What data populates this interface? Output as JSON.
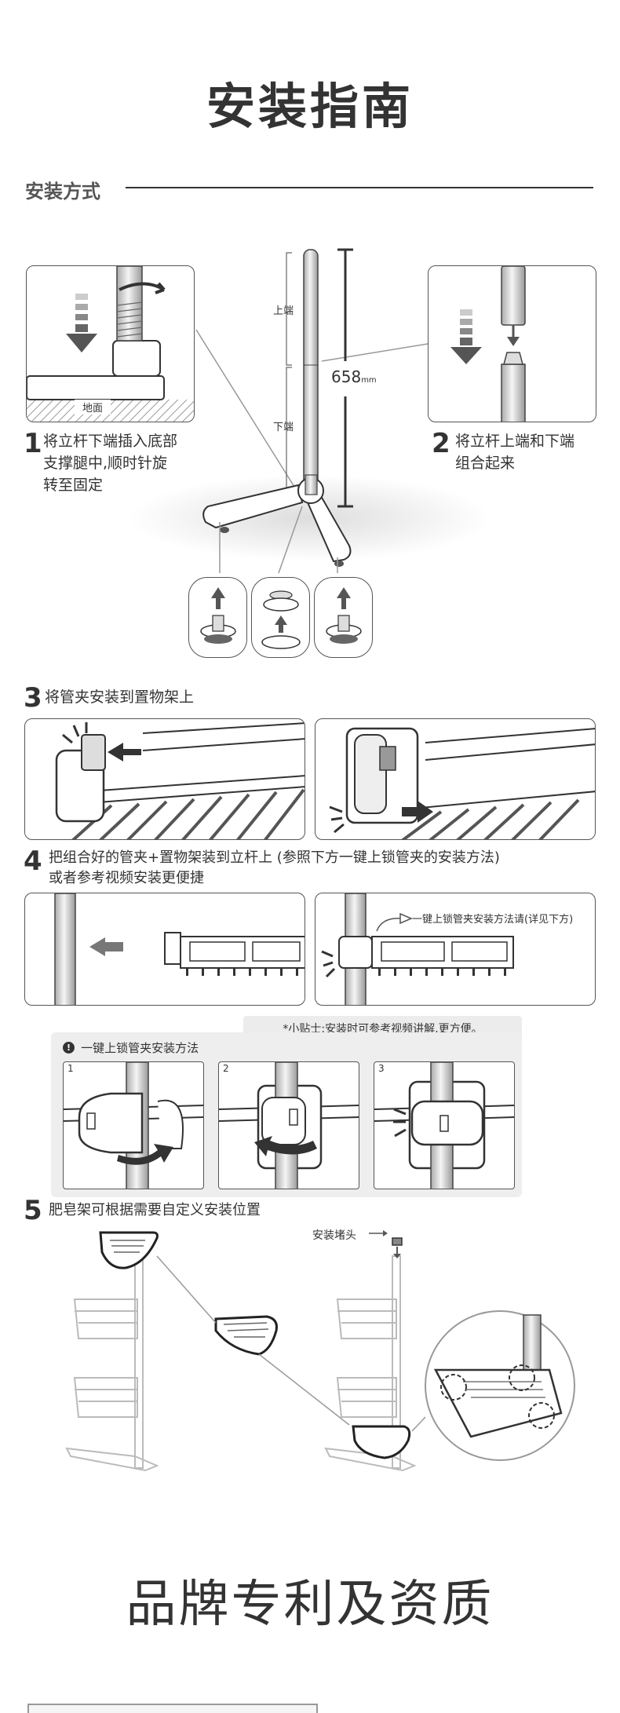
{
  "page_title": "安装指南",
  "section": {
    "label": "安装方式"
  },
  "figure1": {
    "ground_label": "地面",
    "upper_label": "上端",
    "lower_label": "下端",
    "height_value": "658",
    "height_unit": "mm"
  },
  "steps": [
    {
      "number": "1",
      "text_lines": [
        "将立杆下端插入底部",
        "支撑腿中,顺时针旋",
        "转至固定"
      ]
    },
    {
      "number": "2",
      "text_lines": [
        "将立杆上端和下端",
        "组合起来"
      ]
    },
    {
      "number": "3",
      "text_lines": [
        "将管夹安装到置物架上"
      ]
    },
    {
      "number": "4",
      "text_lines": [
        "把组合好的管夹+置物架装到立杆上 (参照下方一键上锁管夹的安装方法)",
        "或者参考视频安装更便捷"
      ]
    },
    {
      "number": "5",
      "text_lines": [
        "肥皂架可根据需要自定义安装位置"
      ]
    }
  ],
  "step4_callout": "一键上锁管夹安装方法请(详见下方)",
  "tip": "*小贴士:安装时可参考视频讲解,更方便。",
  "lock_method": {
    "title": "一键上锁管夹安装方法",
    "panels": [
      "1",
      "2",
      "3"
    ]
  },
  "step5_cap_label": "安装堵头",
  "footer_title": "品牌专利及资质",
  "colors": {
    "text": "#333333",
    "line": "#555555",
    "tip_bg": "#ececec",
    "lock_bg": "#eeeeee"
  }
}
